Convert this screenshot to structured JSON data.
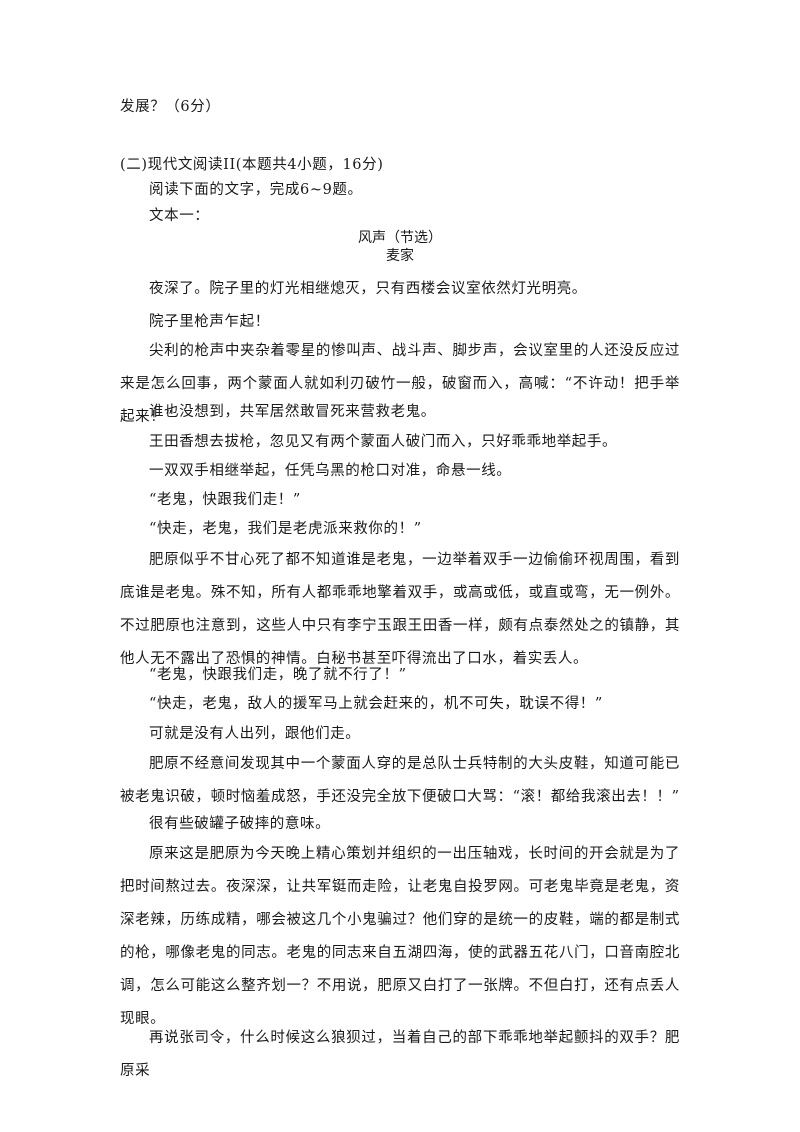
{
  "header": {
    "fragment": "发展？（6分）",
    "section_title": "(二)现代文阅读II(本题共4小题，16分)",
    "instruction": "阅读下面的文字，完成6~9题。",
    "text_label": "文本一："
  },
  "article": {
    "title": "风声（节选）",
    "author": "麦家"
  },
  "paragraphs": [
    "夜深了。院子里的灯光相继熄灭，只有西楼会议室依然灯光明亮。",
    "院子里枪声乍起！",
    "尖利的枪声中夹杂着零星的惨叫声、战斗声、脚步声，会议室里的人还没反应过来是怎么回事，两个蒙面人就如利刃破竹一般，破窗而入，高喊：“不许动！把手举起来！”",
    "谁也没想到，共军居然敢冒死来营救老鬼。",
    "王田香想去拔枪，忽见又有两个蒙面人破门而入，只好乖乖地举起手。",
    "一双双手相继举起，任凭乌黑的枪口对准，命悬一线。",
    "“老鬼，快跟我们走！”",
    "“快走，老鬼，我们是老虎派来救你的！”",
    "肥原似乎不甘心死了都不知道谁是老鬼，一边举着双手一边偷偷环视周围，看到底谁是老鬼。殊不知，所有人都乖乖地擎着双手，或高或低，或直或弯，无一例外。不过肥原也注意到，这些人中只有李宁玉跟王田香一样，颇有点泰然处之的镇静，其他人无不露出了恐惧的神情。白秘书甚至吓得流出了口水，着实丢人。",
    "“老鬼，快跟我们走，晚了就不行了！”",
    "“快走，老鬼，敌人的援军马上就会赶来的，机不可失，耽误不得！”",
    "可就是没有人出列，跟他们走。",
    "肥原不经意间发现其中一个蒙面人穿的是总队士兵特制的大头皮鞋，知道可能已被老鬼识破，顿时恼羞成怒，手还没完全放下便破口大骂：“滚！都给我滚出去！！”",
    "很有些破罐子破摔的意味。",
    "原来这是肥原为今天晚上精心策划并组织的一出压轴戏，长时间的开会就是为了把时间熬过去。夜深深，让共军铤而走险，让老鬼自投罗网。可老鬼毕竟是老鬼，资深老辣，历练成精，哪会被这几个小鬼骗过？他们穿的是统一的皮鞋，端的都是制式的枪，哪像老鬼的同志。老鬼的同志来自五湖四海，使的武器五花八门，口音南腔北调，怎么可能这么整齐划一？不用说，肥原又白打了一张牌。不但白打，还有点丢人现眼。",
    "再说张司令，什么时候这么狼狈过，当着自己的部下乖乖地举起颤抖的双手？肥原采"
  ]
}
